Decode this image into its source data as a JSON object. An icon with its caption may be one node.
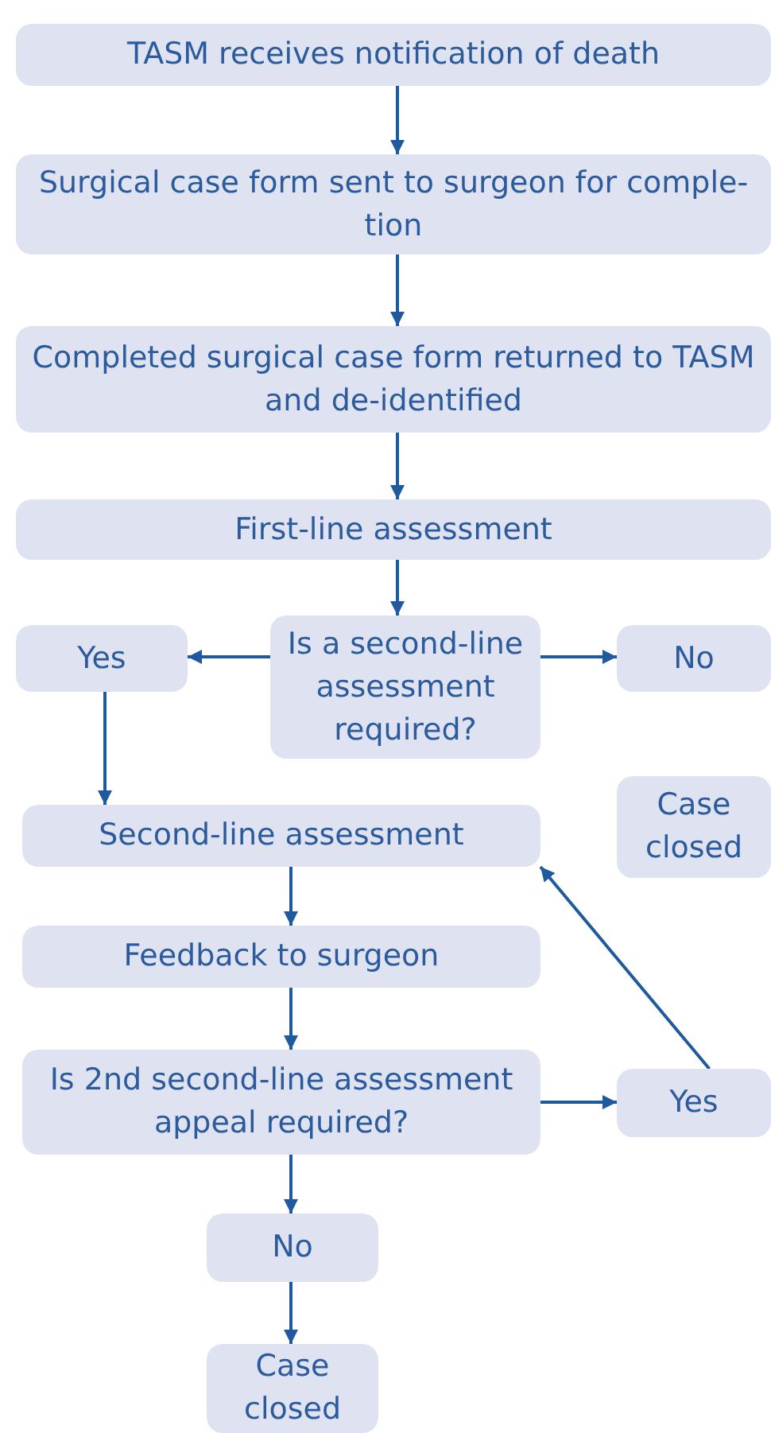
{
  "diagram": {
    "nodes": [
      {
        "text": [
          "TASM receives notification of death"
        ]
      },
      {
        "text": [
          "Surgical case form sent to surgeon for comple-tion"
        ]
      },
      {
        "text": [
          "Completed surgical case form returned to TASM and de-identified"
        ]
      },
      {
        "text": [
          "First-line assessment"
        ]
      },
      {
        "text": [
          "Yes"
        ]
      },
      {
        "text": [
          "Is a second-line assessment required?"
        ]
      },
      {
        "text": [
          "No"
        ]
      },
      {
        "text": [
          "Second-line assessment"
        ]
      },
      {
        "text": [
          "Case closed"
        ]
      },
      {
        "text": [
          "Feedback to surgeon"
        ]
      },
      {
        "text": [
          "Is 2nd second-line assessment appeal required?"
        ]
      },
      {
        "text": [
          "Yes"
        ]
      },
      {
        "text": [
          "No"
        ]
      },
      {
        "text": [
          "Case closed"
        ]
      }
    ],
    "edges": [
      {
        "from": 0,
        "to": 1,
        "arrow": "to"
      },
      {
        "from": 1,
        "to": 2,
        "arrow": "to"
      },
      {
        "from": 2,
        "to": 3,
        "arrow": "to"
      },
      {
        "from": 3,
        "to": 5,
        "arrow": "to"
      },
      {
        "from": 5,
        "to": 4,
        "arrow": "to"
      },
      {
        "from": 5,
        "to": 6,
        "arrow": "to"
      },
      {
        "from": 4,
        "to": 7,
        "arrow": "to"
      },
      {
        "from": 7,
        "to": 9,
        "arrow": "to"
      },
      {
        "from": 9,
        "to": 10,
        "arrow": "to"
      },
      {
        "from": 10,
        "to": 11,
        "arrow": "to"
      },
      {
        "from": 11,
        "to": 7,
        "arrow": "to"
      },
      {
        "from": 10,
        "to": 12,
        "arrow": "to"
      },
      {
        "from": 12,
        "to": 13,
        "arrow": "to"
      }
    ]
  }
}
